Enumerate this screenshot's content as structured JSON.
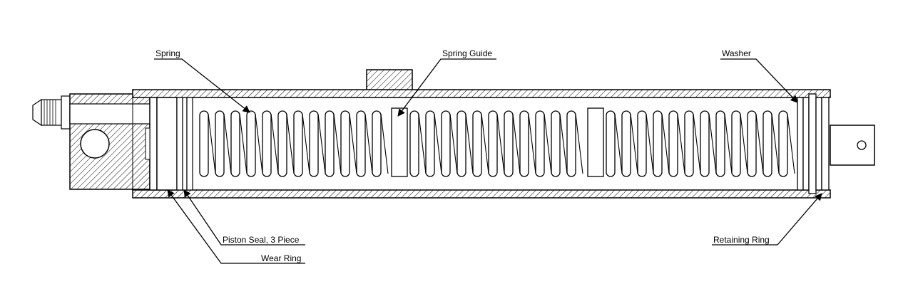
{
  "labels": {
    "spring": "Spring",
    "spring_guide": "Spring Guide",
    "washer": "Washer",
    "piston_seal": "Piston Seal, 3 Piece",
    "wear_ring": "Wear Ring",
    "retaining_ring": "Retaining Ring"
  }
}
